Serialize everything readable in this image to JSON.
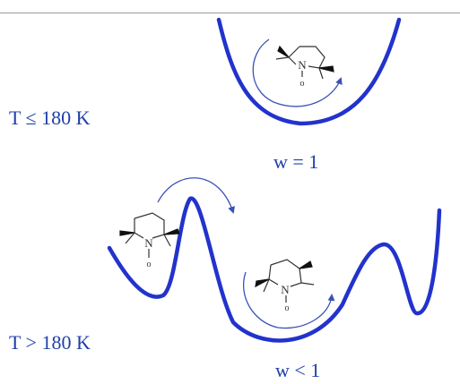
{
  "labels": {
    "top_temperature": "T ≤ 180 K",
    "top_weight": "w = 1",
    "bottom_temperature": "T > 180 K",
    "bottom_weight": "w < 1"
  },
  "molecule_atoms": {
    "nitrogen": "N",
    "oxygen": "o"
  },
  "colors": {
    "curve": "#2233cc",
    "arrow": "#3a52b8",
    "text": "#1f3fa8",
    "molecule": "#333333",
    "rule": "#9a9a9a"
  }
}
